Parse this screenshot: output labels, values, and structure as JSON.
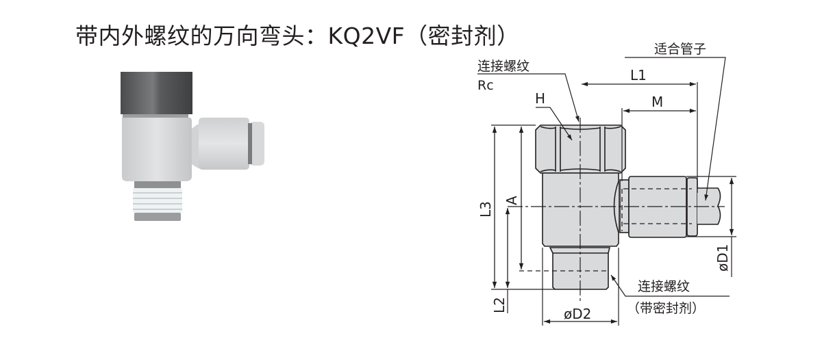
{
  "title": "带内外螺纹的万向弯头：KQ2VF（密封剂）",
  "labels": {
    "conn_thread_top": "连接螺纹",
    "rc": "Rc",
    "h": "H",
    "tube": "适合管子",
    "l1": "L1",
    "m": "M",
    "l3": "L3",
    "a": "A",
    "l2": "L2",
    "d2": "øD2",
    "d1": "øD1",
    "conn_thread_bottom": "连接螺纹",
    "sealant": "（带密封剂）"
  },
  "colors": {
    "line": "#231f20",
    "body": "#d9dadb",
    "hex": "#5a5b5d"
  }
}
